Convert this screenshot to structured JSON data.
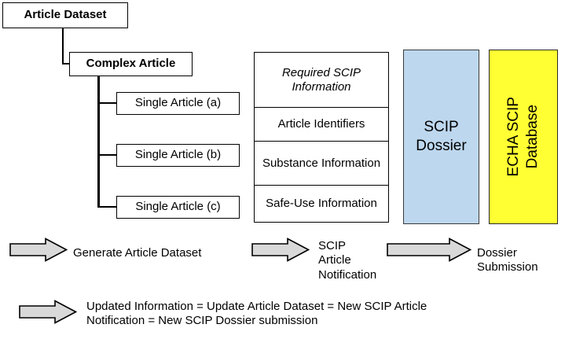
{
  "tree": {
    "root": {
      "label": "Article Dataset"
    },
    "complex": {
      "label": "Complex Article"
    },
    "singles": [
      {
        "label": "Single Article (a)"
      },
      {
        "label": "Single Article (b)"
      },
      {
        "label": "Single Article (c)"
      }
    ]
  },
  "scip_table": {
    "header": "Required SCIP Information",
    "rows": [
      {
        "label": "Article Identifiers"
      },
      {
        "label": "Substance Information"
      },
      {
        "label": "Safe-Use Information"
      }
    ]
  },
  "dossier_box": {
    "label": "SCIP Dossier",
    "color": "#BDD7EE"
  },
  "echa_box": {
    "line1": "ECHA SCIP",
    "line2": "Database",
    "color": "#FFFF33"
  },
  "arrows": {
    "fill": "#D9D9D9",
    "stroke": "#000000",
    "items": [
      {
        "name": "generate-article-dataset",
        "label": "Generate Article Dataset"
      },
      {
        "name": "scip-article-notification",
        "label": "SCIP Article Notification"
      },
      {
        "name": "dossier-submission",
        "label": "Dossier Submission"
      },
      {
        "name": "updated-information",
        "label": "Updated Information = Update Article Dataset = New SCIP Article Notification = New SCIP Dossier submission"
      }
    ]
  },
  "labels": {
    "generate": "Generate Article Dataset",
    "notify_l1": "SCIP",
    "notify_l2": "Article",
    "notify_l3": "Notification",
    "submit_l1": "Dossier",
    "submit_l2": "Submission",
    "update_l1": "Updated Information = Update Article Dataset = New SCIP Article",
    "update_l2": "Notification = New SCIP Dossier submission"
  }
}
